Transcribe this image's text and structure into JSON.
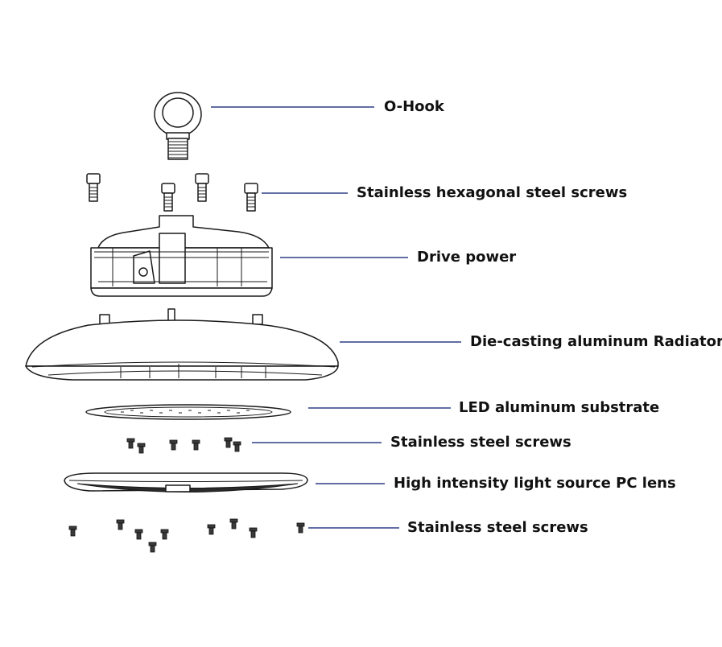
{
  "diagram": {
    "labels": {
      "o_hook": "O-Hook",
      "hex_screws": "Stainless hexagonal steel screws",
      "drive_power": "Drive power",
      "radiator": "Die-casting aluminum Radiator",
      "substrate": "LED aluminum substrate",
      "screws_upper": "Stainless steel screws",
      "pc_lens": "High intensity light source PC lens",
      "screws_lower": "Stainless steel screws"
    },
    "colors": {
      "leader_line": "#2e3e86",
      "outline": "#1a1a1a",
      "label_text": "#111111",
      "background": "#ffffff"
    }
  }
}
